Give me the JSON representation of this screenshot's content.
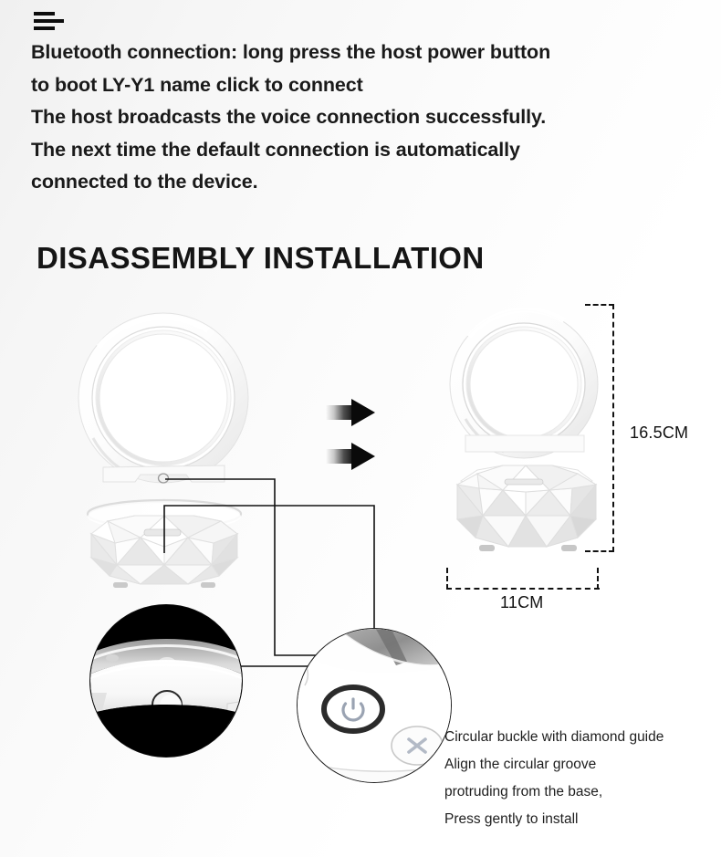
{
  "icons": {
    "menu": "list-lines-icon",
    "power": "power-icon",
    "cross": "cross-icon"
  },
  "intro": {
    "lines": [
      "Bluetooth connection: long press the host power button",
      "to boot LY-Y1 name click to connect",
      "The host broadcasts the voice connection successfully.",
      "The next time the default connection is automatically",
      "connected to the device."
    ]
  },
  "section": {
    "title": "DISASSEMBLY INSTALLATION"
  },
  "dimensions": {
    "height_label": "16.5CM",
    "width_label": "11CM"
  },
  "caption": {
    "lines": [
      "Circular buckle with diamond guide",
      "Align the circular groove",
      "protruding from the base,",
      "Press gently to install"
    ]
  },
  "colors": {
    "text": "#1a1a1a",
    "arrow": "#0a0a0a",
    "dimension_line": "#111111",
    "detail_left_bg": "#000000",
    "product_body": "#f2f2f2"
  }
}
